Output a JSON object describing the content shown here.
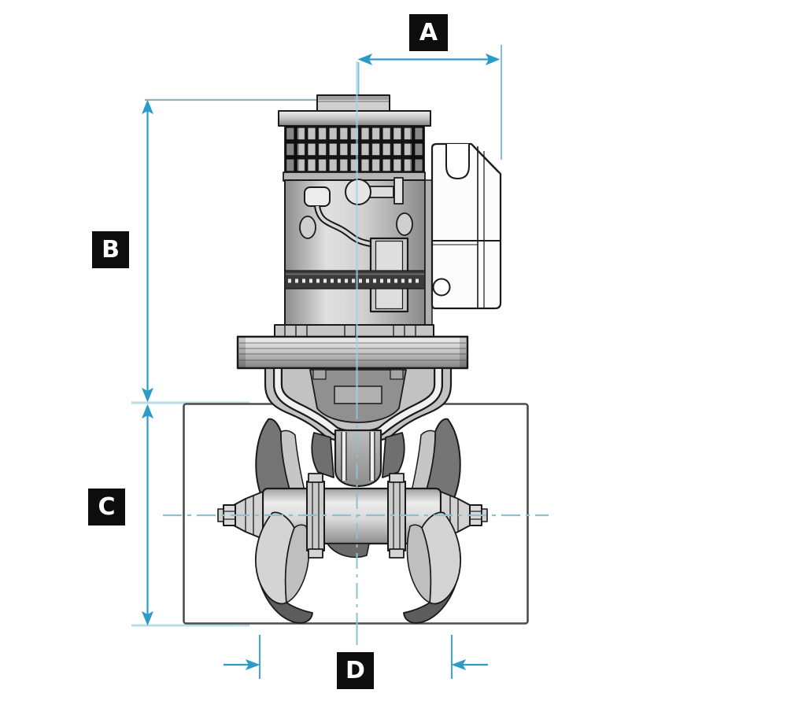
{
  "page": {
    "background_color": "#ffffff"
  },
  "diagram": {
    "labels": [
      {
        "id": "A",
        "text": "A"
      },
      {
        "id": "B",
        "text": "B"
      },
      {
        "id": "C",
        "text": "C"
      },
      {
        "id": "D",
        "text": "D"
      }
    ],
    "colors": {
      "dimension_line": "#2b9bc7",
      "extension_line_light": "#b9dde8",
      "extension_line_mid": "#85bed4",
      "extension_line_gray": "#97b0b8",
      "centerline": "#8fc0d0",
      "label_background": "#0d0d0d",
      "label_text": "#ffffff",
      "drawing_outline": "#1a1a1a",
      "tunnel_outline": "#4d4d4d"
    }
  }
}
